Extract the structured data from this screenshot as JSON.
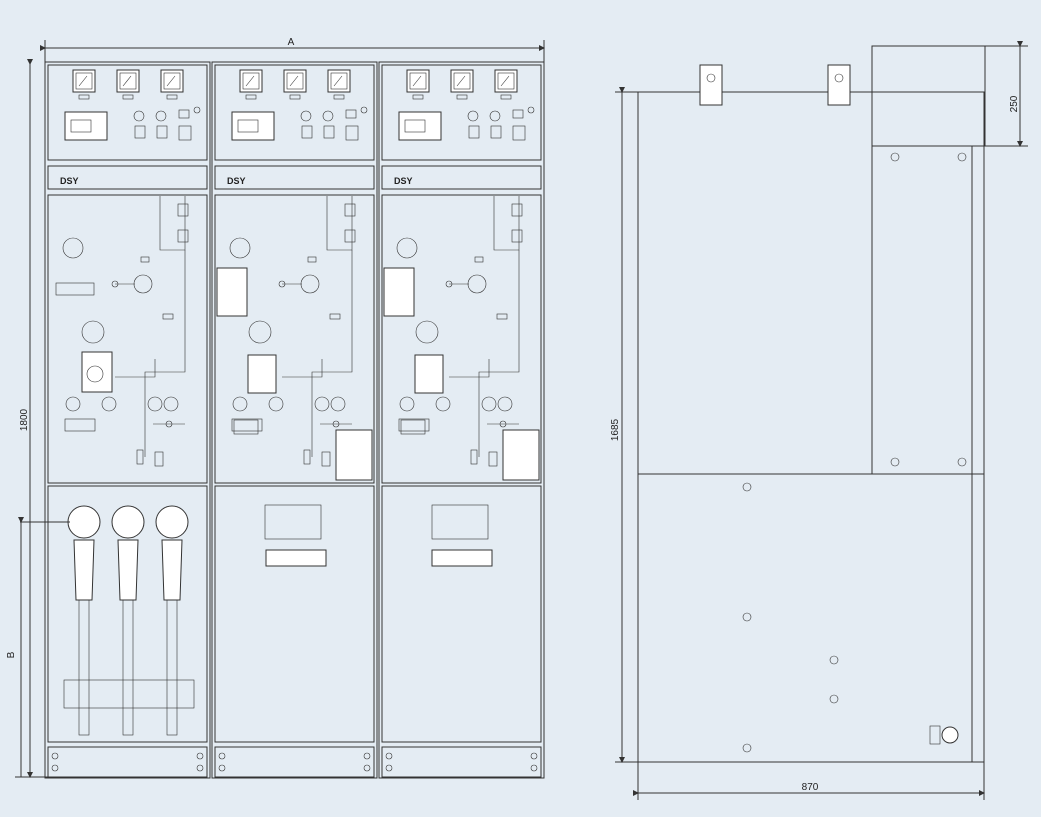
{
  "front_view": {
    "dimension_width": "A",
    "dimension_height": "1800",
    "dimension_lower": "B",
    "logo_text": "DSY",
    "cabinet_count": 3
  },
  "side_view": {
    "dimension_height": "1685",
    "dimension_top_box": "250",
    "dimension_depth": "870"
  }
}
